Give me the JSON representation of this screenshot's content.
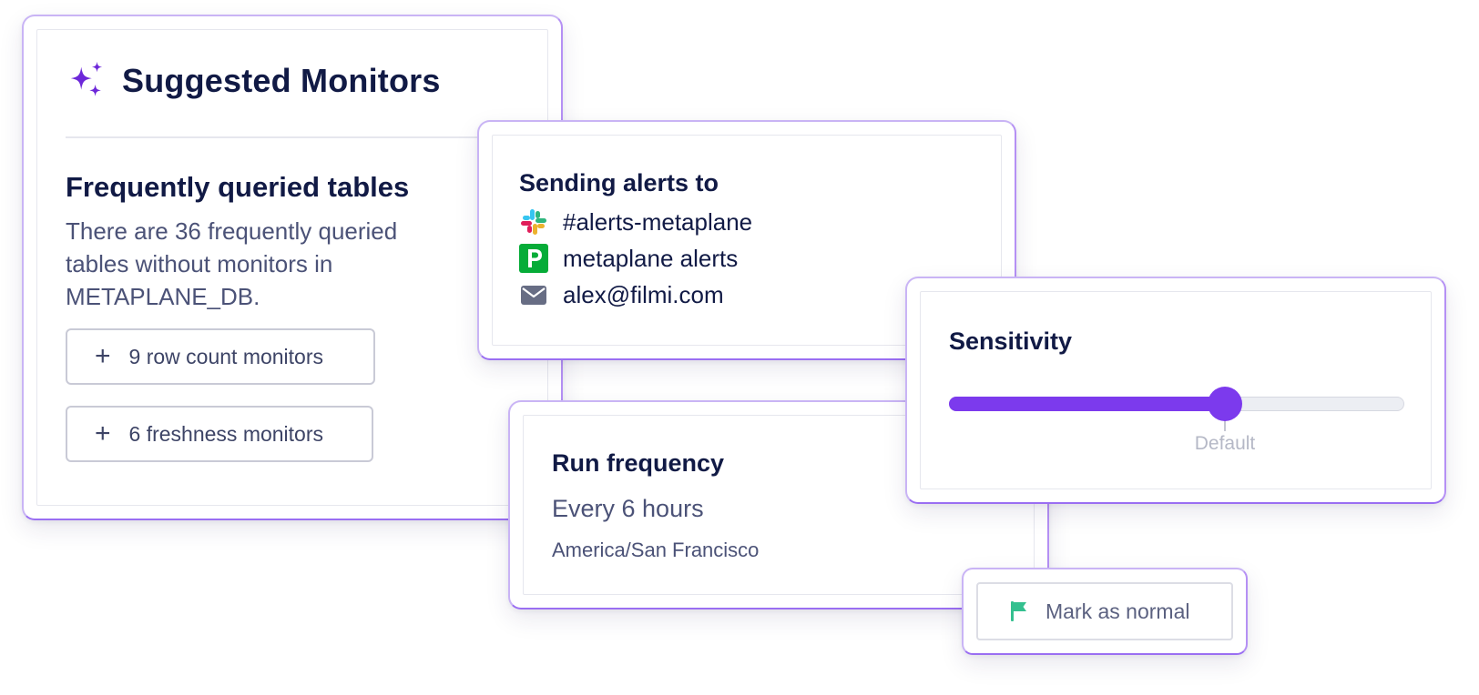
{
  "suggested": {
    "title": "Suggested Monitors",
    "icon": "sparkles-icon",
    "section_title": "Frequently queried tables",
    "description": "There are 36 frequently queried tables without monitors in METAPLANE_DB.",
    "buttons": [
      {
        "label": "9 row count monitors",
        "icon": "plus-icon"
      },
      {
        "label": "6 freshness monitors",
        "icon": "plus-icon"
      }
    ]
  },
  "alerts": {
    "heading": "Sending alerts to",
    "items": [
      {
        "label": "#alerts-metaplane",
        "icon": "slack-icon"
      },
      {
        "label": "metaplane alerts",
        "icon": "pagerduty-icon"
      },
      {
        "label": "alex@filmi.com",
        "icon": "email-icon"
      }
    ]
  },
  "run": {
    "heading": "Run frequency",
    "frequency": "Every 6 hours",
    "timezone": "America/San Francisco"
  },
  "sensitivity": {
    "heading": "Sensitivity",
    "value": 0.605,
    "default_value": 0.605,
    "default_label": "Default"
  },
  "mark": {
    "label": "Mark as normal",
    "icon": "flag-icon"
  },
  "colors": {
    "accent": "#7c3aed",
    "card_border": "#c9b4f5",
    "heading_text": "#111a45",
    "body_text": "#4b5277",
    "pagerduty_green": "#06ac38",
    "flag_green": "#34c08f"
  }
}
